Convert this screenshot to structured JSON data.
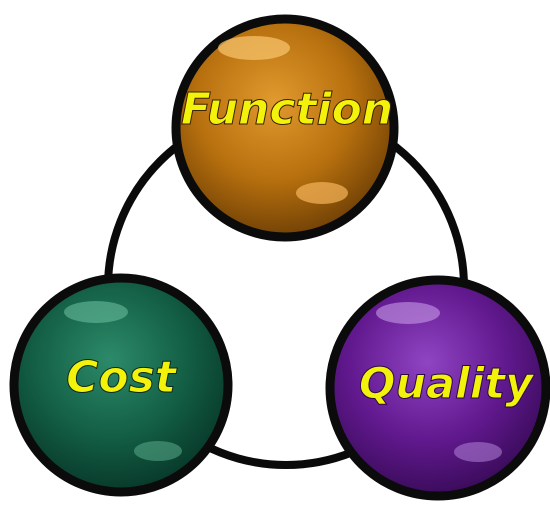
{
  "diagram": {
    "nodes": [
      {
        "id": "function",
        "label": "Function",
        "color": "#c67c12"
      },
      {
        "id": "cost",
        "label": "Cost",
        "color": "#12684c"
      },
      {
        "id": "quality",
        "label": "Quality",
        "color": "#6a1e9a"
      }
    ],
    "label_color": "#f2f20a",
    "ring_color": "#0a0a0a"
  }
}
